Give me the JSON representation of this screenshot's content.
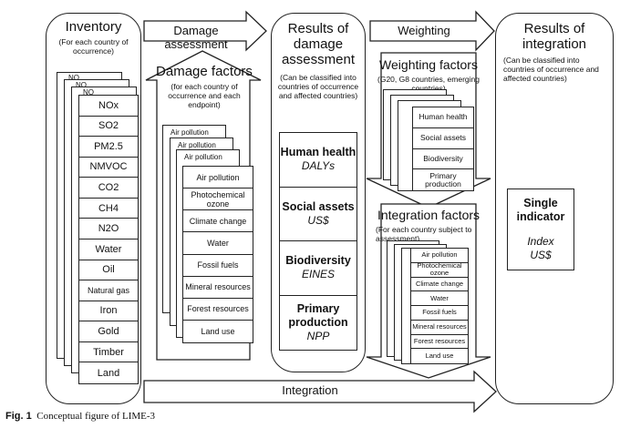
{
  "arrows": {
    "damage_assessment": "Damage assessment",
    "weighting": "Weighting",
    "integration": "Integration"
  },
  "inventory": {
    "title": "Inventory",
    "subtitle": "(For each country of occurrence)",
    "peek_labels": [
      "NO",
      "NO",
      "NO"
    ],
    "items": [
      "NOx",
      "SO2",
      "PM2.5",
      "NMVOC",
      "CO2",
      "CH4",
      "N2O",
      "Water",
      "Oil",
      "Natural gas",
      "Iron",
      "Gold",
      "Timber",
      "Land"
    ]
  },
  "damage_factors": {
    "title": "Damage factors",
    "subtitle": "(for each country of occurrence and each endpoint)",
    "peek_labels": [
      "Air pollution",
      "Air pollution",
      "Air pollution"
    ],
    "items": [
      "Air pollution",
      "Photochemical ozone",
      "Climate change",
      "Water",
      "Fossil fuels",
      "Mineral resources",
      "Forest resources",
      "Land use"
    ]
  },
  "results_damage": {
    "title": "Results of damage assessment",
    "subtitle": "(Can be classified into countries of occurrence and affected countries)",
    "endpoints": [
      {
        "name": "Human health",
        "unit": "DALYs"
      },
      {
        "name": "Social assets",
        "unit": "US$"
      },
      {
        "name": "Biodiversity",
        "unit": "EINES"
      },
      {
        "name": "Primary production",
        "unit": "NPP"
      }
    ]
  },
  "weighting_factors": {
    "title": "Weighting factors",
    "subtitle": "(G20, G8 countries, emerging countries)",
    "items": [
      "Human health",
      "Social assets",
      "Biodiversity",
      "Primary production"
    ]
  },
  "integration_factors": {
    "title": "Integration factors",
    "subtitle": "(For each country subject to assessment)",
    "items": [
      "Air pollution",
      "Photochemical ozone",
      "Climate change",
      "Water",
      "Fossil fuels",
      "Mineral resources",
      "Forest resources",
      "Land use"
    ]
  },
  "results_integration": {
    "title": "Results of integration",
    "subtitle": "(Can be classified into countries of occurrence and affected countries)",
    "indicator_name": "Single indicator",
    "indicator_unit_1": "Index",
    "indicator_unit_2": "US$"
  },
  "caption": {
    "label": "Fig. 1",
    "text": "Conceptual figure of LIME-3"
  }
}
